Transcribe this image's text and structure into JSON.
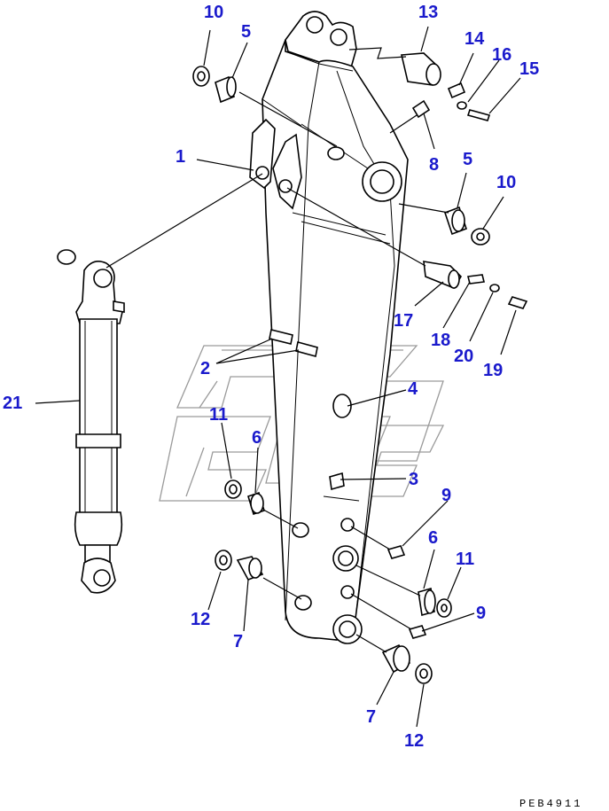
{
  "diagram": {
    "code_label": "PEB4911",
    "callouts": [
      {
        "id": "c10a",
        "text": "10"
      },
      {
        "id": "c5a",
        "text": "5"
      },
      {
        "id": "c13",
        "text": "13"
      },
      {
        "id": "c14",
        "text": "14"
      },
      {
        "id": "c16",
        "text": "16"
      },
      {
        "id": "c15",
        "text": "15"
      },
      {
        "id": "c1",
        "text": "1"
      },
      {
        "id": "c8",
        "text": "8"
      },
      {
        "id": "c5b",
        "text": "5"
      },
      {
        "id": "c10b",
        "text": "10"
      },
      {
        "id": "c17",
        "text": "17"
      },
      {
        "id": "c18",
        "text": "18"
      },
      {
        "id": "c20",
        "text": "20"
      },
      {
        "id": "c19",
        "text": "19"
      },
      {
        "id": "c2",
        "text": "2"
      },
      {
        "id": "c4",
        "text": "4"
      },
      {
        "id": "c21",
        "text": "21"
      },
      {
        "id": "c11a",
        "text": "11"
      },
      {
        "id": "c6a",
        "text": "6"
      },
      {
        "id": "c3",
        "text": "3"
      },
      {
        "id": "c9a",
        "text": "9"
      },
      {
        "id": "c6b",
        "text": "6"
      },
      {
        "id": "c11b",
        "text": "11"
      },
      {
        "id": "c9b",
        "text": "9"
      },
      {
        "id": "c12a",
        "text": "12"
      },
      {
        "id": "c7a",
        "text": "7"
      },
      {
        "id": "c7b",
        "text": "7"
      },
      {
        "id": "c12b",
        "text": "12"
      }
    ]
  }
}
